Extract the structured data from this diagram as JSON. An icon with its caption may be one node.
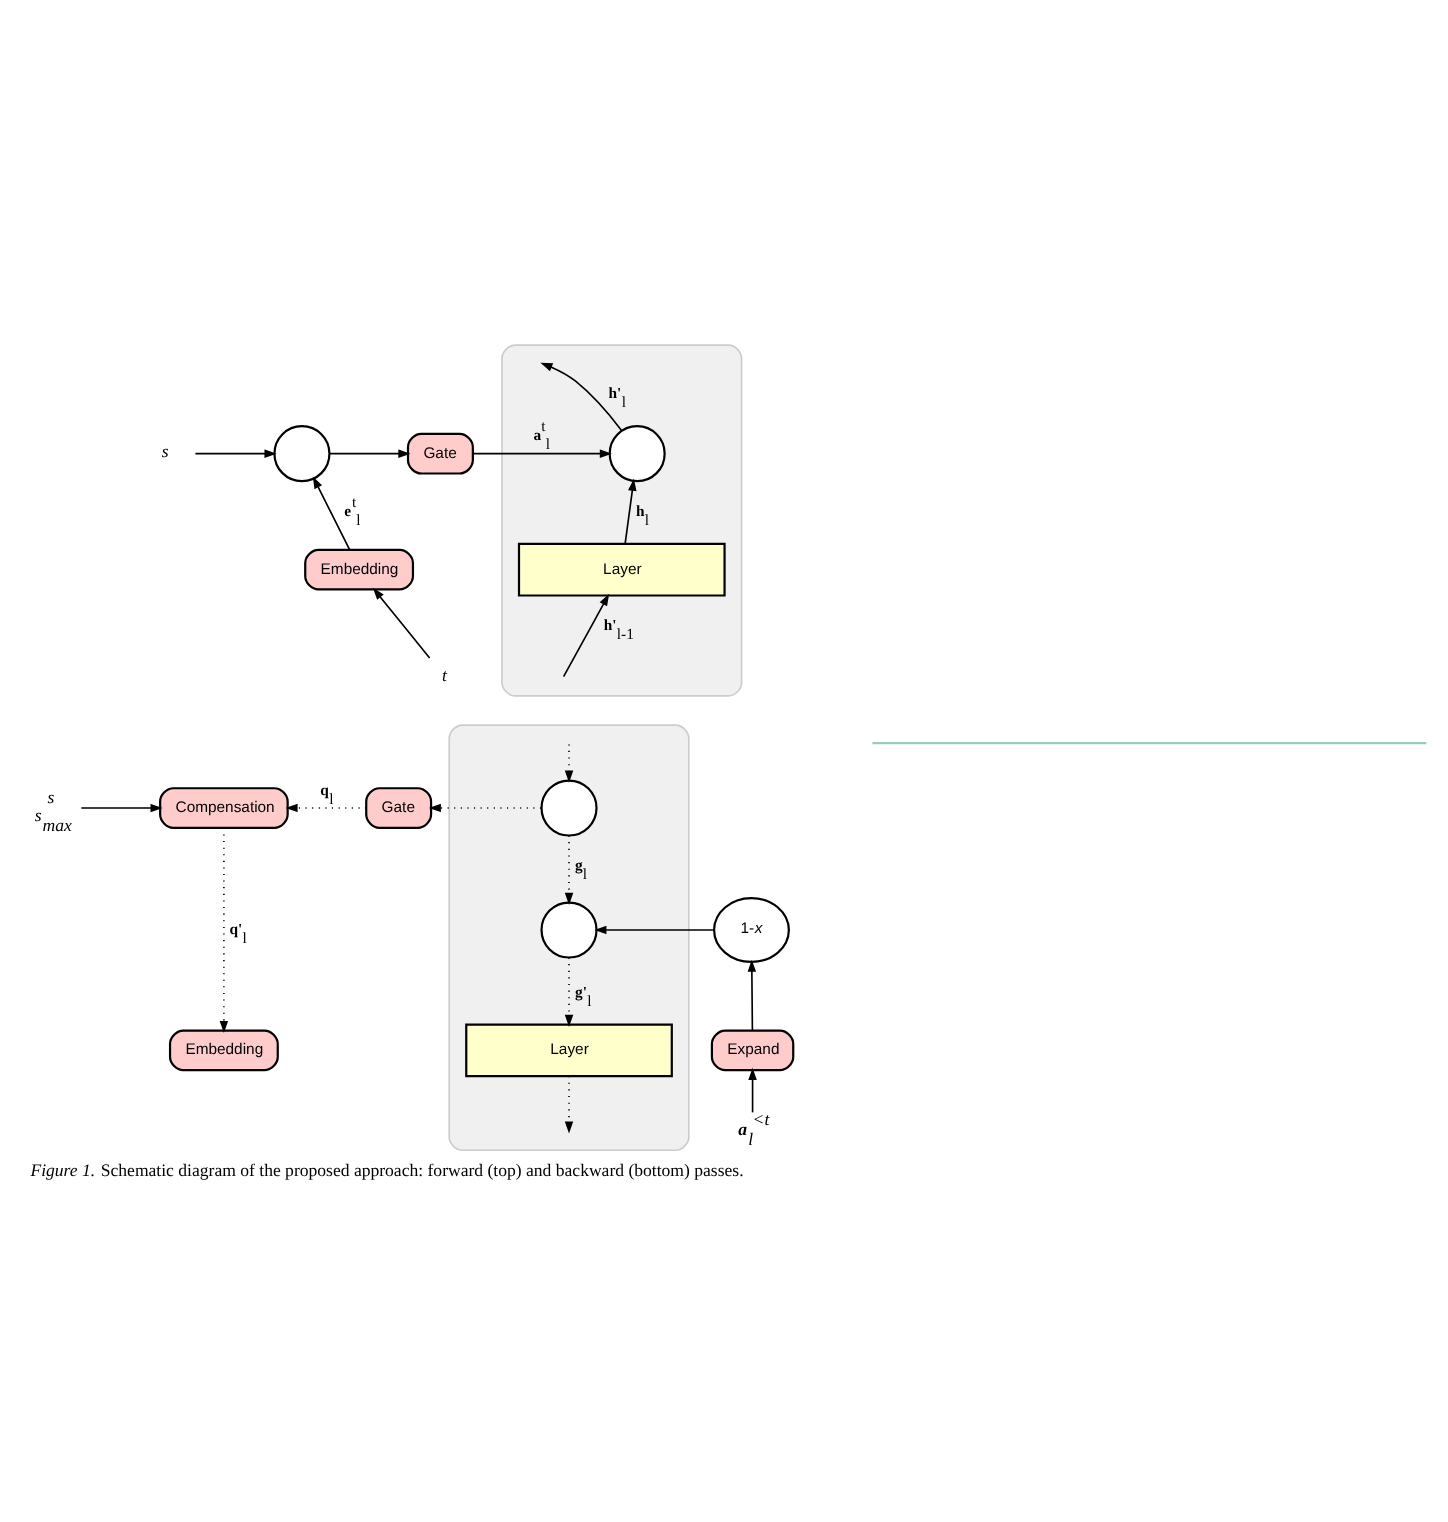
{
  "diagram": {
    "caption": "*Figure 1.* Schematic diagram of the proposed approach: forward (top) and backward (bottom) passes.",
    "nodes": [
      {
        "text": [
          "s"
        ]
      },
      {
        "text": [],
        "shape": "circle"
      },
      {
        "text": [
          "Gate"
        ]
      },
      {
        "text": [
          "Embedding"
        ]
      },
      {
        "text": [
          "t"
        ]
      },
      {
        "text": [],
        "shape": "box"
      },
      {
        "text": [],
        "shape": "circle",
        "in": 5
      },
      {
        "text": [
          "Layer"
        ],
        "in": 5
      },
      {
        "text": [
          "s",
          "s$_{max}$"
        ]
      },
      {
        "text": [
          "Compensation"
        ]
      },
      {
        "text": [
          "Gate"
        ]
      },
      {
        "text": [],
        "shape": "box"
      },
      {
        "text": [],
        "shape": "circle",
        "in": 11
      },
      {
        "text": [],
        "shape": "circle",
        "in": 11
      },
      {
        "text": [
          "Layer"
        ],
        "in": 11
      },
      {
        "text": [
          "1-*x*"
        ]
      },
      {
        "text": [
          "Expand"
        ]
      },
      {
        "text": [
          "**a**$_{l}$$^{<t}$"
        ]
      },
      {
        "text": [
          "Embedding"
        ]
      }
    ],
    "edges": [
      {
        "from": 0,
        "to": 1,
        "arrow": "to"
      },
      {
        "from": 3,
        "to": 1,
        "arrow": "to",
        "label": "**e**$^{t}$$_{l}$"
      },
      {
        "from": 1,
        "to": 2,
        "arrow": "to"
      },
      {
        "from": 2,
        "to": 6,
        "arrow": "to",
        "label": "**a**$^{t}$$_{l}$"
      },
      {
        "from": 7,
        "to": 6,
        "arrow": "to",
        "label": "**h**$_{l}$"
      },
      {
        "from": 6,
        "to": null,
        "arrow": "to",
        "label": "**h'**$_{l}$"
      },
      {
        "from": null,
        "to": 7,
        "arrow": "to",
        "label": "**h'**$_{l-1}$"
      },
      {
        "from": 4,
        "to": 3,
        "arrow": "to"
      },
      {
        "from": 8,
        "to": 9,
        "arrow": "to"
      },
      {
        "from": 10,
        "to": 9,
        "arrow": "to",
        "style": "dashed",
        "label": "**q**$_{l}$"
      },
      {
        "from": 12,
        "to": 10,
        "arrow": "to",
        "style": "dashed"
      },
      {
        "from": null,
        "to": 12,
        "arrow": "to",
        "style": "dashed"
      },
      {
        "from": 12,
        "to": 13,
        "arrow": "to",
        "style": "dashed",
        "label": "**g**$_{l}$"
      },
      {
        "from": 15,
        "to": 13,
        "arrow": "to"
      },
      {
        "from": 13,
        "to": 14,
        "arrow": "to",
        "style": "dashed",
        "label": "**g'**$_{l}$"
      },
      {
        "from": 14,
        "to": null,
        "arrow": "to",
        "style": "dashed"
      },
      {
        "from": 9,
        "to": 18,
        "arrow": "to",
        "style": "dashed",
        "label": "**q'**$_{l}$"
      },
      {
        "from": 16,
        "to": 15,
        "arrow": "to"
      },
      {
        "from": 17,
        "to": 16,
        "arrow": "to"
      }
    ]
  }
}
